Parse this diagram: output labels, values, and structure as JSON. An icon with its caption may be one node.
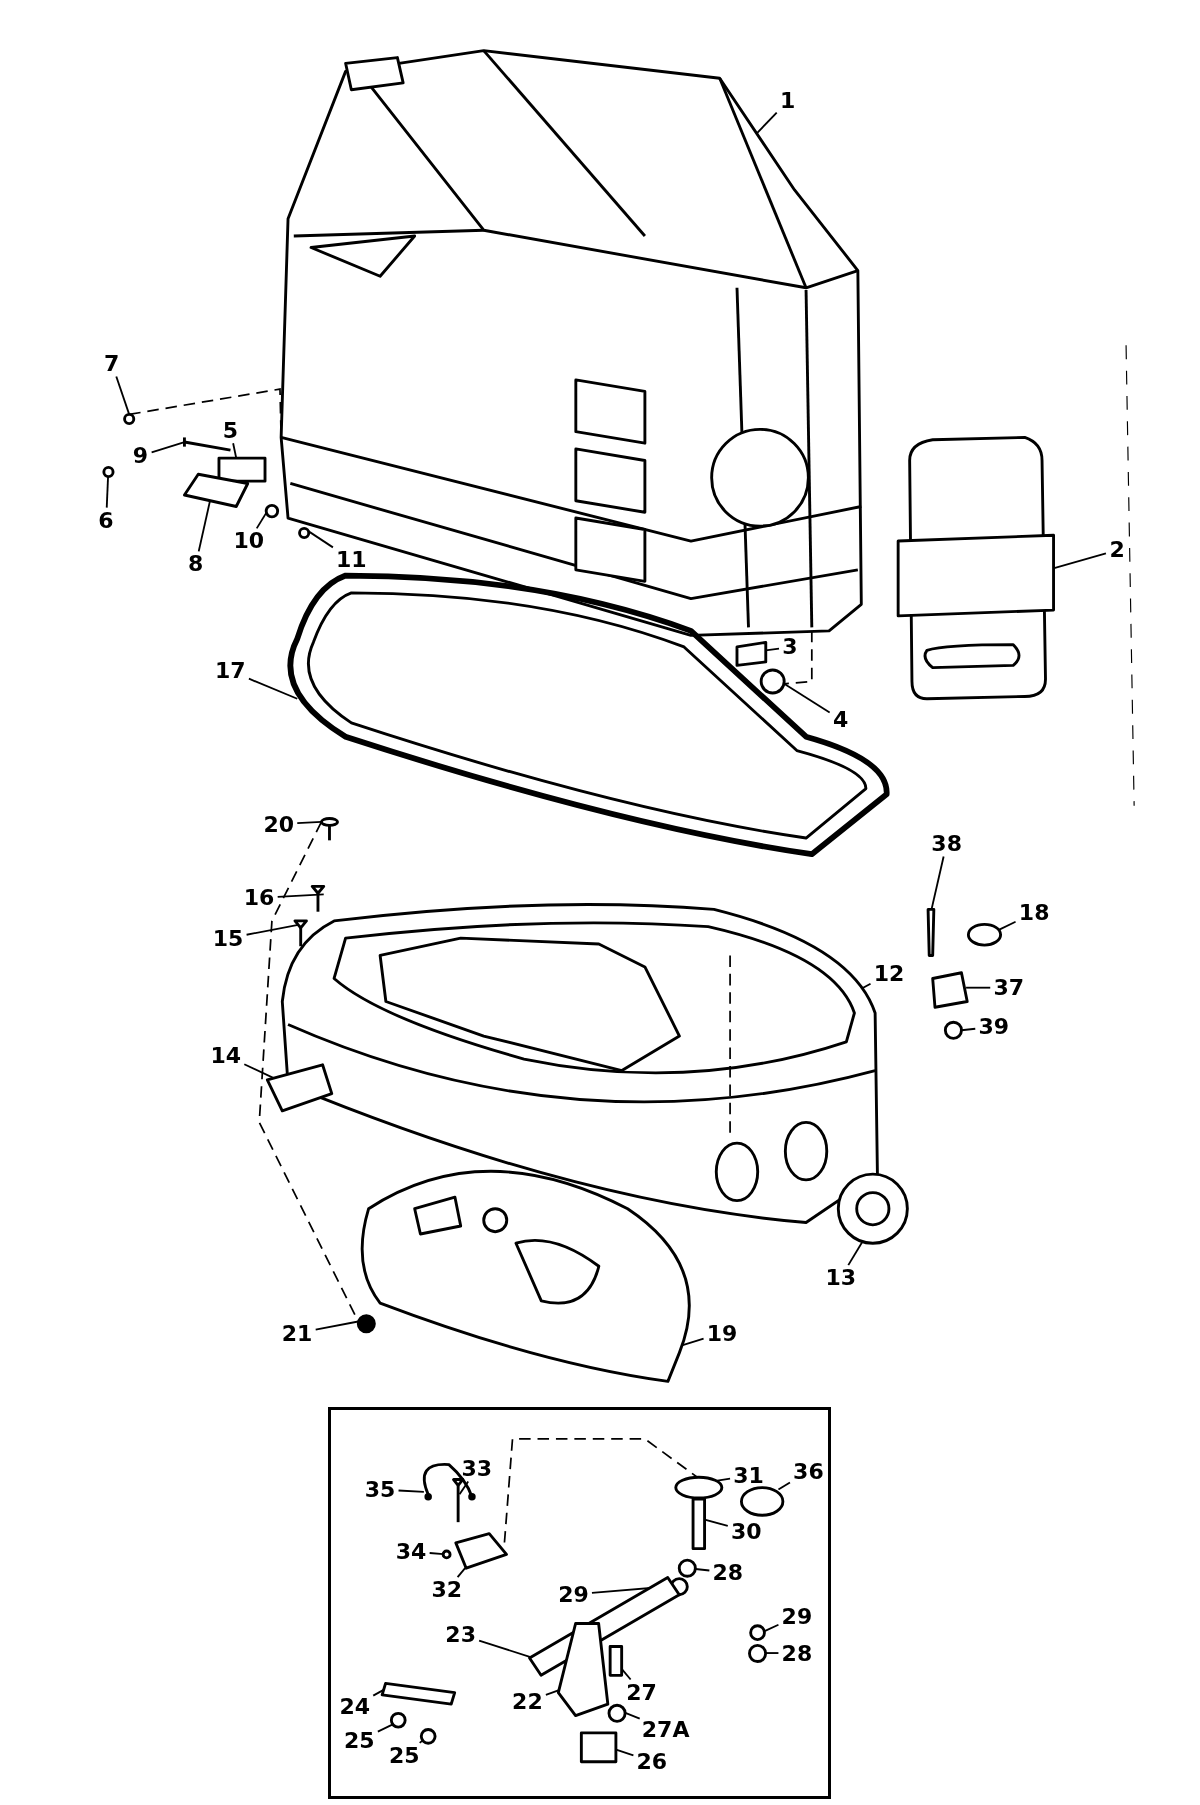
{
  "diagram": {
    "nodes": [
      {
        "text": [
          "1"
        ]
      },
      {
        "text": [
          "7"
        ]
      },
      {
        "text": [
          "5"
        ]
      },
      {
        "text": [
          "9"
        ]
      },
      {
        "text": [
          "6"
        ]
      },
      {
        "text": [
          "10"
        ]
      },
      {
        "text": [
          "11"
        ]
      },
      {
        "text": [
          "8"
        ]
      },
      {
        "text": [
          "2"
        ]
      },
      {
        "text": [
          "3"
        ]
      },
      {
        "text": [
          "17"
        ]
      },
      {
        "text": [
          "4"
        ]
      },
      {
        "text": [
          "20"
        ]
      },
      {
        "text": [
          "38"
        ]
      },
      {
        "text": [
          "16"
        ]
      },
      {
        "text": [
          "18"
        ]
      },
      {
        "text": [
          "15"
        ]
      },
      {
        "text": [
          "12"
        ]
      },
      {
        "text": [
          "37"
        ]
      },
      {
        "text": [
          "39"
        ]
      },
      {
        "text": [
          "14"
        ]
      },
      {
        "text": [
          "13"
        ]
      },
      {
        "text": [
          "21"
        ]
      },
      {
        "text": [
          "19"
        ]
      },
      {
        "text": [],
        "shape": "box"
      },
      {
        "text": [
          "31"
        ],
        "in": 24
      },
      {
        "text": [
          "33"
        ],
        "in": 24
      },
      {
        "text": [
          "35"
        ],
        "in": 24
      },
      {
        "text": [
          "30"
        ],
        "in": 24
      },
      {
        "text": [
          "36"
        ],
        "in": 24
      },
      {
        "text": [
          "34"
        ],
        "in": 24
      },
      {
        "text": [
          "28"
        ],
        "in": 24
      },
      {
        "text": [
          "32"
        ],
        "in": 24
      },
      {
        "text": [
          "29"
        ],
        "in": 24
      },
      {
        "text": [
          "29"
        ],
        "in": 24
      },
      {
        "text": [
          "23"
        ],
        "in": 24
      },
      {
        "text": [
          "28"
        ],
        "in": 24
      },
      {
        "text": [
          "24"
        ],
        "in": 24
      },
      {
        "text": [
          "22"
        ],
        "in": 24
      },
      {
        "text": [
          "27"
        ],
        "in": 24
      },
      {
        "text": [
          "25"
        ],
        "in": 24
      },
      {
        "text": [
          "27A"
        ],
        "in": 24
      },
      {
        "text": [
          "25"
        ],
        "in": 24
      },
      {
        "text": [
          "26"
        ],
        "in": 24
      },
      {
        "text": [],
        "shape": "picture"
      },
      {
        "text": [],
        "shape": "circle"
      },
      {
        "text": [],
        "shape": "box"
      },
      {
        "text": [],
        "shape": "picture"
      },
      {
        "text": [],
        "shape": "circle"
      },
      {
        "text": [],
        "shape": "circle"
      },
      {
        "text": [],
        "shape": "circle"
      },
      {
        "text": [],
        "shape": "box"
      },
      {
        "text": [],
        "shape": "picture"
      },
      {
        "text": [],
        "shape": "box"
      },
      {
        "text": [],
        "shape": "picture"
      },
      {
        "text": [],
        "shape": "circle"
      },
      {
        "text": [],
        "shape": "picture"
      },
      {
        "text": [],
        "shape": "box"
      },
      {
        "text": [],
        "shape": "picture"
      },
      {
        "text": [],
        "shape": "circle"
      },
      {
        "text": [],
        "shape": "picture"
      },
      {
        "text": [],
        "shape": "picture"
      },
      {
        "text": [],
        "shape": "box"
      },
      {
        "text": [],
        "shape": "circle"
      },
      {
        "text": [],
        "shape": "box"
      },
      {
        "text": [],
        "shape": "picture"
      },
      {
        "text": [],
        "shape": "circle"
      },
      {
        "text": [],
        "shape": "picture"
      },
      {
        "text": [],
        "shape": "circle",
        "in": 24
      },
      {
        "text": [],
        "shape": "picture",
        "in": 24
      },
      {
        "text": [],
        "shape": "picture",
        "in": 24
      },
      {
        "text": [],
        "shape": "box",
        "in": 24
      },
      {
        "text": [],
        "shape": "circle",
        "in": 24
      },
      {
        "text": [],
        "shape": "circle",
        "in": 24
      },
      {
        "text": [],
        "shape": "circle",
        "in": 24
      },
      {
        "text": [],
        "shape": "box",
        "in": 24
      },
      {
        "text": [],
        "shape": "circle",
        "in": 24
      },
      {
        "text": [],
        "shape": "circle",
        "in": 24
      },
      {
        "text": [],
        "shape": "box",
        "in": 24
      },
      {
        "text": [],
        "shape": "circle",
        "in": 24
      },
      {
        "text": [],
        "shape": "box",
        "in": 24
      },
      {
        "text": [],
        "shape": "box",
        "in": 24
      },
      {
        "text": [],
        "shape": "box",
        "in": 24
      },
      {
        "text": [],
        "shape": "circle",
        "in": 24
      },
      {
        "text": [],
        "shape": "circle",
        "in": 24
      },
      {
        "text": [],
        "shape": "circle",
        "in": 24
      },
      {
        "text": [],
        "shape": "box",
        "in": 24
      }
    ],
    "edges": [
      {
        "from": 0,
        "to": 44,
        "arrow": "none"
      },
      {
        "from": 1,
        "to": 45,
        "arrow": "none"
      },
      {
        "from": 2,
        "to": 46,
        "arrow": "none"
      },
      {
        "from": 3,
        "to": 47,
        "arrow": "none"
      },
      {
        "from": 4,
        "to": 48,
        "arrow": "none"
      },
      {
        "from": 5,
        "to": 49,
        "arrow": "none"
      },
      {
        "from": 6,
        "to": 50,
        "arrow": "none"
      },
      {
        "from": 7,
        "to": 51,
        "arrow": "none"
      },
      {
        "from": 8,
        "to": 52,
        "arrow": "none"
      },
      {
        "from": 9,
        "to": 53,
        "arrow": "none"
      },
      {
        "from": 10,
        "to": 54,
        "arrow": "none"
      },
      {
        "from": 11,
        "to": 55,
        "arrow": "none"
      },
      {
        "from": 12,
        "to": 56,
        "arrow": "none"
      },
      {
        "from": 13,
        "to": 57,
        "arrow": "none"
      },
      {
        "from": 14,
        "to": 58,
        "arrow": "none"
      },
      {
        "from": 15,
        "to": 59,
        "arrow": "none"
      },
      {
        "from": 16,
        "to": 60,
        "arrow": "none"
      },
      {
        "from": 17,
        "to": 61,
        "arrow": "none"
      },
      {
        "from": 18,
        "to": 62,
        "arrow": "none"
      },
      {
        "from": 19,
        "to": 63,
        "arrow": "none"
      },
      {
        "from": 20,
        "to": 64,
        "arrow": "none"
      },
      {
        "from": 21,
        "to": 65,
        "arrow": "none"
      },
      {
        "from": 22,
        "to": 66,
        "arrow": "none"
      },
      {
        "from": 23,
        "to": 67,
        "arrow": "none"
      },
      {
        "from": 25,
        "to": 68,
        "arrow": "none"
      },
      {
        "from": 26,
        "to": 69,
        "arrow": "none"
      },
      {
        "from": 27,
        "to": 70,
        "arrow": "none"
      },
      {
        "from": 28,
        "to": 71,
        "arrow": "none"
      },
      {
        "from": 29,
        "to": 72,
        "arrow": "none"
      },
      {
        "from": 30,
        "to": 73,
        "arrow": "none"
      },
      {
        "from": 31,
        "to": 74,
        "arrow": "none"
      },
      {
        "from": 32,
        "to": 75,
        "arrow": "none"
      },
      {
        "from": 33,
        "to": 76,
        "arrow": "none"
      },
      {
        "from": 34,
        "to": 77,
        "arrow": "none"
      },
      {
        "from": 35,
        "to": 78,
        "arrow": "none"
      },
      {
        "from": 36,
        "to": 79,
        "arrow": "none"
      },
      {
        "from": 37,
        "to": 80,
        "arrow": "none"
      },
      {
        "from": 38,
        "to": 81,
        "arrow": "none"
      },
      {
        "from": 39,
        "to": 82,
        "arrow": "none"
      },
      {
        "from": 40,
        "to": 83,
        "arrow": "none"
      },
      {
        "from": 41,
        "to": 84,
        "arrow": "none"
      },
      {
        "from": 42,
        "to": 85,
        "arrow": "none"
      },
      {
        "from": 43,
        "to": 86,
        "arrow": "none"
      },
      {
        "from": 45,
        "to": 44,
        "arrow": "none",
        "style": "dashed"
      },
      {
        "from": 44,
        "to": 55,
        "arrow": "none",
        "style": "dashed"
      },
      {
        "from": 56,
        "to": 66,
        "arrow": "none",
        "style": "dashed"
      },
      {
        "from": 75,
        "to": 68,
        "arrow": "none",
        "style": "dashed"
      }
    ]
  }
}
